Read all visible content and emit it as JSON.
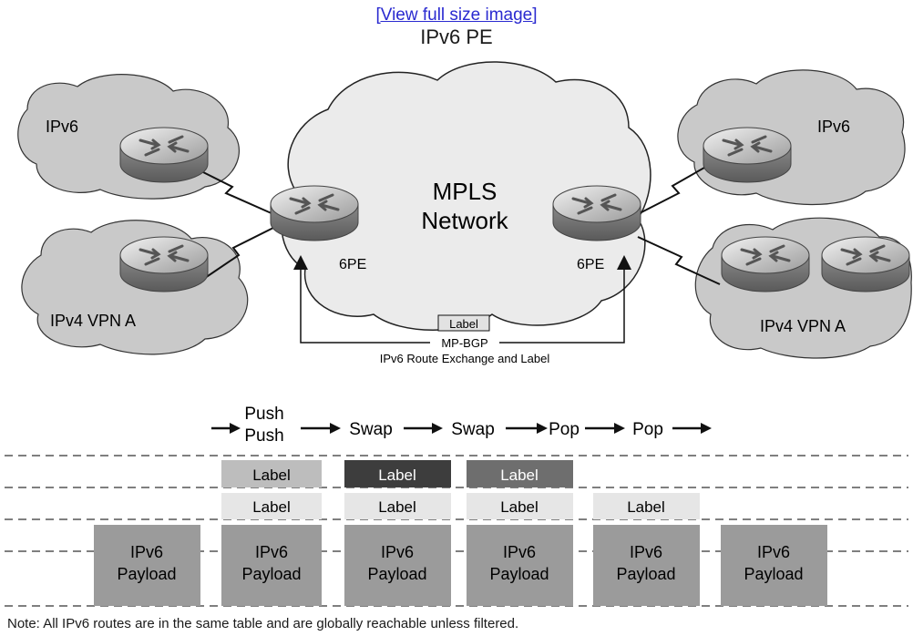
{
  "link_text": "[View full size image]",
  "title": "IPv6 PE",
  "network": {
    "core_label_1": "MPLS",
    "core_label_2": "Network",
    "left_top_cloud": "IPv6",
    "left_bottom_cloud": "IPv4 VPN A",
    "right_top_cloud": "IPv6",
    "right_bottom_cloud": "IPv4 VPN A",
    "pe_left": "6PE",
    "pe_right": "6PE",
    "exchange_box": "Label",
    "exchange_protocol": "MP-BGP",
    "exchange_caption": "IPv6 Route Exchange and Label"
  },
  "operations": [
    "Push",
    "Push",
    "Swap",
    "Swap",
    "Pop",
    "Pop"
  ],
  "stack": {
    "label": "Label",
    "payload_1": "IPv6",
    "payload_2": "Payload"
  },
  "note": "Note: All IPv6 routes are in the same table and are globally reachable unless filtered.",
  "colors": {
    "cloud": "#c9c9c9",
    "core_cloud": "#ebebeb",
    "payload": "#9b9b9b",
    "label_light": "#e6e6e6",
    "label_mid": "#bdbdbd",
    "label_dark": "#3d3d3d",
    "label_darkmid": "#6e6e6e"
  }
}
